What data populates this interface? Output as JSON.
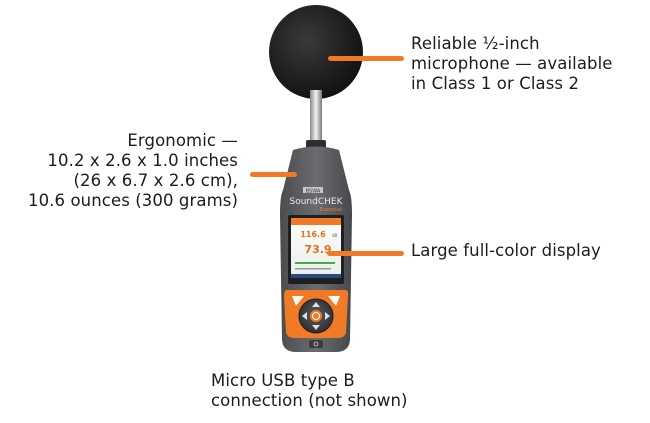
{
  "callouts": {
    "microphone": [
      "Reliable ½-inch",
      "microphone — available",
      "in Class 1 or Class 2"
    ],
    "ergonomic": [
      "Ergonomic —",
      "10.2 x 2.6 x 1.0 inches",
      "(26 x 6.7 x 2.6 cm),",
      "10.6 ounces (300 grams)"
    ],
    "display": [
      "Large full-color display"
    ],
    "usb": [
      "Micro USB type B",
      "connection (not shown)"
    ]
  },
  "device": {
    "brand_badge": "BSWA",
    "product_name": "SoundCHEK",
    "edition": "Essential",
    "screen_primary": "116.6",
    "screen_primary_unit": "dB",
    "screen_secondary": "73.9"
  },
  "colors": {
    "accent": "#f07a26",
    "body": "#5b5d61",
    "windscreen": "#1f1f1f"
  },
  "icons": {
    "dpad_center": "ok-icon",
    "power": "power-icon"
  }
}
